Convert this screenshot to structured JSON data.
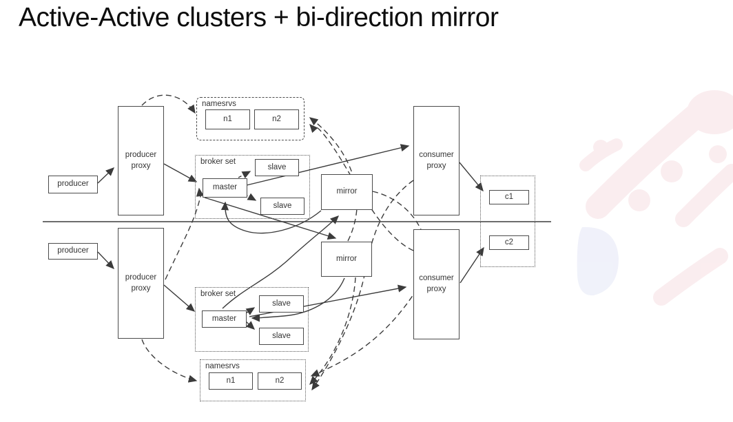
{
  "title": "Active-Active clusters + bi-direction mirror",
  "watermark_colors": {
    "pink": "#f7dfe2",
    "blue": "#e4e7f6"
  },
  "clusters": {
    "top": {
      "producer": "producer",
      "producer_proxy": "producer proxy",
      "namesrvs": {
        "label": "namesrvs",
        "n1": "n1",
        "n2": "n2"
      },
      "broker_set": {
        "label": "broker set",
        "master": "master",
        "slave_a": "slave",
        "slave_b": "slave"
      },
      "mirror": "mirror",
      "consumer_proxy": "consumer proxy",
      "consumer": "c1"
    },
    "bottom": {
      "producer": "producer",
      "producer_proxy": "producer proxy",
      "namesrvs": {
        "label": "namesrvs",
        "n1": "n1",
        "n2": "n2"
      },
      "broker_set": {
        "label": "broker set",
        "master": "master",
        "slave_a": "slave",
        "slave_b": "slave"
      },
      "mirror": "mirror",
      "consumer_proxy": "consumer proxy",
      "consumer": "c2"
    }
  }
}
